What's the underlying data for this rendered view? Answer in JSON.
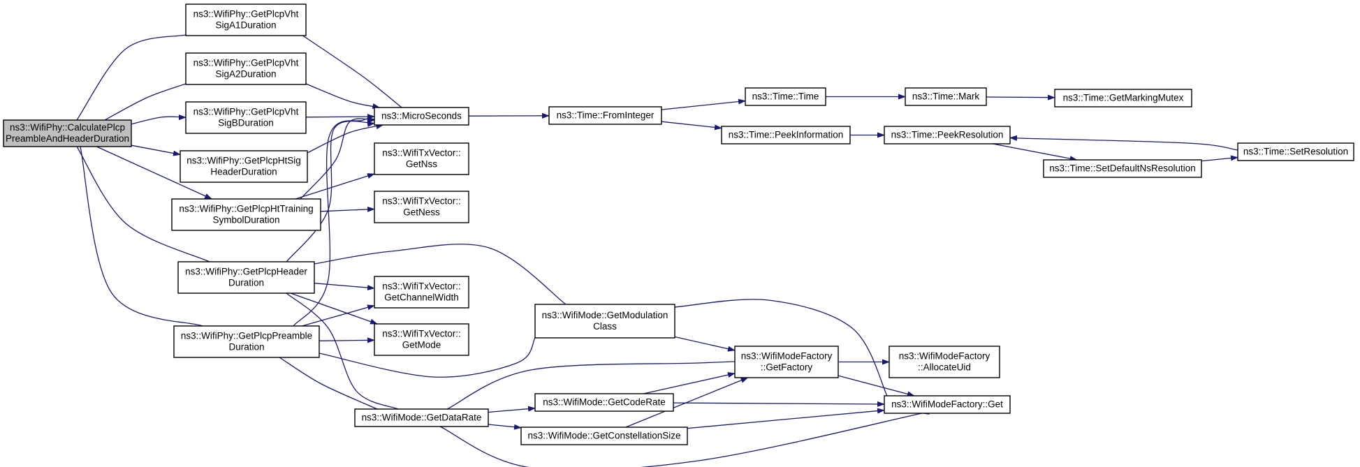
{
  "graph": {
    "colors": {
      "edge": "#191970",
      "node_border": "#000000",
      "node_fill": "#ffffff",
      "root_fill": "#bfbfbf"
    },
    "nodes": [
      {
        "id": "calc",
        "lines": [
          "ns3::WifiPhy::CalculatePlcp",
          "PreambleAndHeaderDuration"
        ],
        "root": true
      },
      {
        "id": "vhta1",
        "lines": [
          "ns3::WifiPhy::GetPlcpVht",
          "SigA1Duration"
        ]
      },
      {
        "id": "vhta2",
        "lines": [
          "ns3::WifiPhy::GetPlcpVht",
          "SigA2Duration"
        ]
      },
      {
        "id": "vhtb",
        "lines": [
          "ns3::WifiPhy::GetPlcpVht",
          "SigBDuration"
        ]
      },
      {
        "id": "htsig",
        "lines": [
          "ns3::WifiPhy::GetPlcpHtSig",
          "HeaderDuration"
        ]
      },
      {
        "id": "httrain",
        "lines": [
          "ns3::WifiPhy::GetPlcpHtTraining",
          "SymbolDuration"
        ]
      },
      {
        "id": "hdr",
        "lines": [
          "ns3::WifiPhy::GetPlcpHeader",
          "Duration"
        ]
      },
      {
        "id": "pre",
        "lines": [
          "ns3::WifiPhy::GetPlcpPreamble",
          "Duration"
        ]
      },
      {
        "id": "micro",
        "lines": [
          "ns3::MicroSeconds"
        ]
      },
      {
        "id": "nss",
        "lines": [
          "ns3::WifiTxVector::",
          "GetNss"
        ]
      },
      {
        "id": "ness",
        "lines": [
          "ns3::WifiTxVector::",
          "GetNess"
        ]
      },
      {
        "id": "chw",
        "lines": [
          "ns3::WifiTxVector::",
          "GetChannelWidth"
        ]
      },
      {
        "id": "mode",
        "lines": [
          "ns3::WifiTxVector::",
          "GetMode"
        ]
      },
      {
        "id": "datarate",
        "lines": [
          "ns3::WifiMode::GetDataRate"
        ]
      },
      {
        "id": "fromint",
        "lines": [
          "ns3::Time::FromInteger"
        ]
      },
      {
        "id": "modclass",
        "lines": [
          "ns3::WifiMode::GetModulation",
          "Class"
        ]
      },
      {
        "id": "coderate",
        "lines": [
          "ns3::WifiMode::GetCodeRate"
        ]
      },
      {
        "id": "constsize",
        "lines": [
          "ns3::WifiMode::GetConstellationSize"
        ]
      },
      {
        "id": "time",
        "lines": [
          "ns3::Time::Time"
        ]
      },
      {
        "id": "peekinfo",
        "lines": [
          "ns3::Time::PeekInformation"
        ]
      },
      {
        "id": "getfactory",
        "lines": [
          "ns3::WifiModeFactory",
          "::GetFactory"
        ]
      },
      {
        "id": "mark",
        "lines": [
          "ns3::Time::Mark"
        ]
      },
      {
        "id": "peekres",
        "lines": [
          "ns3::Time::PeekResolution"
        ]
      },
      {
        "id": "setdefns",
        "lines": [
          "ns3::Time::SetDefaultNsResolution"
        ]
      },
      {
        "id": "alloc",
        "lines": [
          "ns3::WifiModeFactory",
          "::AllocateUid"
        ]
      },
      {
        "id": "factoryget",
        "lines": [
          "ns3::WifiModeFactory::Get"
        ]
      },
      {
        "id": "markmutex",
        "lines": [
          "ns3::Time::GetMarkingMutex"
        ]
      },
      {
        "id": "setres",
        "lines": [
          "ns3::Time::SetResolution"
        ]
      }
    ],
    "edges": [
      [
        "calc",
        "vhta1"
      ],
      [
        "calc",
        "vhta2"
      ],
      [
        "calc",
        "vhtb"
      ],
      [
        "calc",
        "htsig"
      ],
      [
        "calc",
        "httrain"
      ],
      [
        "calc",
        "hdr"
      ],
      [
        "calc",
        "pre"
      ],
      [
        "vhta1",
        "micro"
      ],
      [
        "vhta2",
        "micro"
      ],
      [
        "vhtb",
        "micro"
      ],
      [
        "htsig",
        "micro"
      ],
      [
        "httrain",
        "micro"
      ],
      [
        "httrain",
        "nss"
      ],
      [
        "httrain",
        "ness"
      ],
      [
        "hdr",
        "micro"
      ],
      [
        "hdr",
        "chw"
      ],
      [
        "hdr",
        "mode"
      ],
      [
        "hdr",
        "modclass"
      ],
      [
        "hdr",
        "datarate"
      ],
      [
        "pre",
        "micro"
      ],
      [
        "pre",
        "chw"
      ],
      [
        "pre",
        "mode"
      ],
      [
        "pre",
        "modclass"
      ],
      [
        "pre",
        "datarate"
      ],
      [
        "micro",
        "fromint"
      ],
      [
        "fromint",
        "time"
      ],
      [
        "fromint",
        "peekinfo"
      ],
      [
        "time",
        "mark"
      ],
      [
        "mark",
        "markmutex"
      ],
      [
        "peekinfo",
        "peekres"
      ],
      [
        "peekres",
        "setdefns"
      ],
      [
        "setdefns",
        "setres"
      ],
      [
        "setres",
        "peekres"
      ],
      [
        "modclass",
        "getfactory"
      ],
      [
        "modclass",
        "factoryget"
      ],
      [
        "datarate",
        "getfactory"
      ],
      [
        "datarate",
        "coderate"
      ],
      [
        "datarate",
        "constsize"
      ],
      [
        "datarate",
        "factoryget"
      ],
      [
        "coderate",
        "getfactory"
      ],
      [
        "coderate",
        "factoryget"
      ],
      [
        "constsize",
        "getfactory"
      ],
      [
        "constsize",
        "factoryget"
      ],
      [
        "getfactory",
        "alloc"
      ],
      [
        "getfactory",
        "factoryget"
      ]
    ]
  }
}
